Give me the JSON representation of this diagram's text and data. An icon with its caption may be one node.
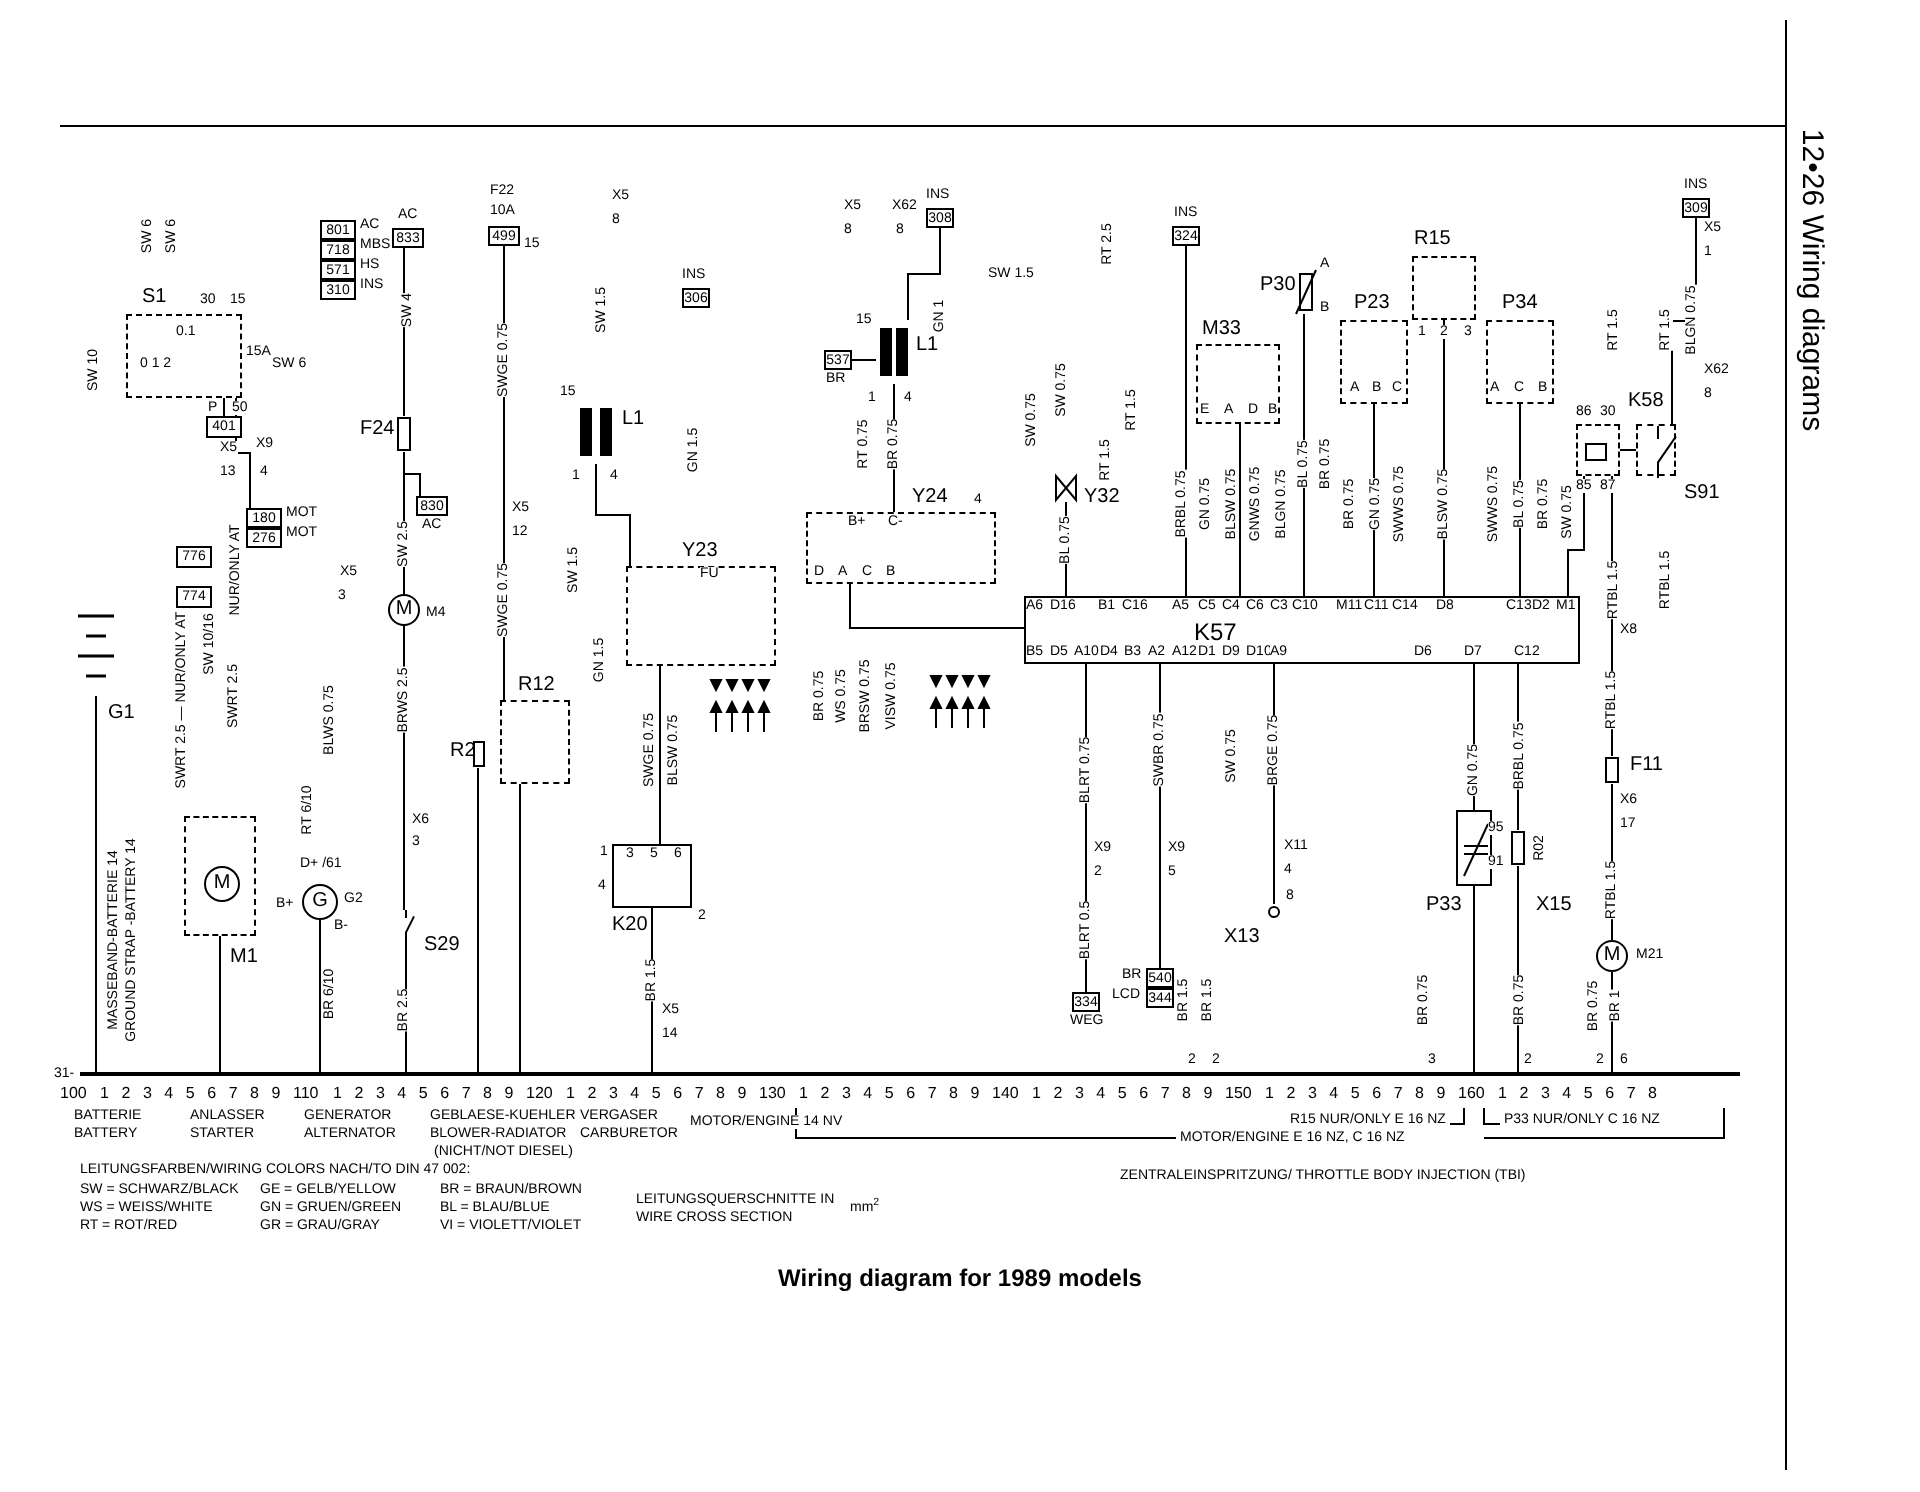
{
  "diagram": {
    "title": "12•26 Wiring diagrams",
    "caption": "Wiring diagram for 1989 models",
    "nodes": [
      {
        "text": [
          "S1"
        ]
      },
      {
        "text": [],
        "shape": "battery",
        "beside": [
          "G1"
        ]
      },
      {
        "text": [],
        "shape": "box",
        "beside": [
          "M1"
        ]
      },
      {
        "text": [
          "M"
        ],
        "in": 2
      },
      {
        "text": [
          "G"
        ],
        "beside": [
          "G2"
        ]
      },
      {
        "text": [
          "M"
        ],
        "beside": [
          "M4"
        ]
      },
      {
        "text": [],
        "shape": "fuse",
        "beside": [
          "F24"
        ]
      },
      {
        "text": [],
        "shape": "coil",
        "beside": [
          "L1"
        ]
      },
      {
        "text": [
          "Y23"
        ]
      },
      {
        "text": [
          "R12"
        ]
      },
      {
        "text": [],
        "shape": "resistor",
        "beside": [
          "R2"
        ]
      },
      {
        "text": [],
        "shape": "box",
        "beside": [
          "K20"
        ]
      },
      {
        "text": [],
        "shape": "switch",
        "beside": [
          "S29"
        ]
      },
      {
        "text": [],
        "shape": "coil",
        "beside": [
          "L1"
        ]
      },
      {
        "text": [
          "Y24"
        ]
      },
      {
        "text": [],
        "shape": "valve",
        "beside": [
          "Y32"
        ]
      },
      {
        "text": [
          "M33"
        ]
      },
      {
        "text": [],
        "shape": "sensor",
        "beside": [
          "P30"
        ]
      },
      {
        "text": [
          "P23"
        ]
      },
      {
        "text": [
          "R15"
        ]
      },
      {
        "text": [
          "P34"
        ]
      },
      {
        "text": [
          "K57"
        ]
      },
      {
        "text": [],
        "shape": "relay",
        "beside": [
          "K58"
        ]
      },
      {
        "text": [],
        "shape": "switch",
        "beside": [
          "S91"
        ]
      },
      {
        "text": [],
        "shape": "fuse",
        "beside": [
          "F11"
        ]
      },
      {
        "text": [
          "M"
        ],
        "beside": [
          "M21"
        ]
      },
      {
        "text": [],
        "shape": "resistor",
        "beside": [
          "X15"
        ]
      },
      {
        "text": [],
        "shape": "capacitor",
        "beside": [
          "P33"
        ]
      },
      {
        "text": [],
        "shape": "connector",
        "beside": [
          "X13"
        ]
      },
      {
        "text": [],
        "shape": "bar"
      },
      {
        "text": [
          "401"
        ]
      },
      {
        "text": [
          "776"
        ]
      },
      {
        "text": [
          "774"
        ]
      },
      {
        "text": [
          "180"
        ],
        "beside": [
          "MOT"
        ]
      },
      {
        "text": [
          "276"
        ],
        "beside": [
          "MOT"
        ]
      },
      {
        "text": [
          "801"
        ],
        "beside": [
          "AC"
        ]
      },
      {
        "text": [
          "718"
        ],
        "beside": [
          "MBS"
        ]
      },
      {
        "text": [
          "571"
        ],
        "beside": [
          "HS"
        ]
      },
      {
        "text": [
          "310"
        ],
        "beside": [
          "INS"
        ]
      },
      {
        "text": [
          "833"
        ],
        "beside": [
          "AC"
        ]
      },
      {
        "text": [
          "830"
        ],
        "beside": [
          "AC"
        ]
      },
      {
        "text": [
          "499"
        ],
        "beside": [
          "F22",
          "10A"
        ]
      },
      {
        "text": [
          "306"
        ],
        "beside": [
          "INS"
        ]
      },
      {
        "text": [
          "308"
        ],
        "beside": [
          "INS"
        ]
      },
      {
        "text": [
          "537"
        ],
        "beside": [
          "BR"
        ]
      },
      {
        "text": [
          "324"
        ],
        "beside": [
          "INS"
        ]
      },
      {
        "text": [
          "309"
        ],
        "beside": [
          "INS"
        ]
      },
      {
        "text": [
          "334"
        ],
        "beside": [
          "WEG"
        ]
      },
      {
        "text": [
          "540"
        ],
        "beside": [
          "BR"
        ]
      },
      {
        "text": [
          "344"
        ],
        "beside": [
          "LCD"
        ]
      }
    ],
    "edges": [
      {
        "from": 0,
        "to": 30,
        "arrow": "none"
      },
      {
        "from": 0,
        "to": 33,
        "arrow": "none"
      },
      {
        "from": 1,
        "to": 29,
        "arrow": "none"
      },
      {
        "from": 2,
        "to": 29,
        "arrow": "none"
      },
      {
        "from": 4,
        "to": 29,
        "arrow": "none"
      },
      {
        "from": 39,
        "to": 6,
        "arrow": "none"
      },
      {
        "from": 6,
        "to": 40,
        "arrow": "none"
      },
      {
        "from": 6,
        "to": 5,
        "arrow": "none"
      },
      {
        "from": 5,
        "to": 12,
        "arrow": "none"
      },
      {
        "from": 12,
        "to": 29,
        "arrow": "none"
      },
      {
        "from": 41,
        "to": 9,
        "arrow": "none"
      },
      {
        "from": 10,
        "to": 29,
        "arrow": "none"
      },
      {
        "from": 9,
        "to": 29,
        "arrow": "none"
      },
      {
        "from": 7,
        "to": 8,
        "arrow": "none"
      },
      {
        "from": 8,
        "to": 11,
        "arrow": "none"
      },
      {
        "from": 11,
        "to": 29,
        "arrow": "none"
      },
      {
        "from": 43,
        "to": 13,
        "arrow": "none"
      },
      {
        "from": 44,
        "to": 13,
        "arrow": "none"
      },
      {
        "from": 13,
        "to": 14,
        "arrow": "none"
      },
      {
        "from": 14,
        "to": 21,
        "arrow": "none"
      },
      {
        "from": 15,
        "to": 21,
        "arrow": "none"
      },
      {
        "from": 45,
        "to": 21,
        "arrow": "none"
      },
      {
        "from": 16,
        "to": 21,
        "arrow": "none"
      },
      {
        "from": 17,
        "to": 21,
        "arrow": "none"
      },
      {
        "from": 18,
        "to": 21,
        "arrow": "none"
      },
      {
        "from": 19,
        "to": 21,
        "arrow": "none"
      },
      {
        "from": 20,
        "to": 21,
        "arrow": "none"
      },
      {
        "from": 22,
        "to": 21,
        "arrow": "none"
      },
      {
        "from": 46,
        "to": 23,
        "arrow": "none"
      },
      {
        "from": 22,
        "to": 24,
        "arrow": "none"
      },
      {
        "from": 24,
        "to": 25,
        "arrow": "none"
      },
      {
        "from": 25,
        "to": 29,
        "arrow": "none"
      },
      {
        "from": 21,
        "to": 47,
        "arrow": "none"
      },
      {
        "from": 21,
        "to": 48,
        "arrow": "none"
      },
      {
        "from": 21,
        "to": 28,
        "arrow": "none"
      },
      {
        "from": 21,
        "to": 26,
        "arrow": "none"
      },
      {
        "from": 26,
        "to": 29,
        "arrow": "none"
      },
      {
        "from": 21,
        "to": 27,
        "arrow": "none"
      },
      {
        "from": 27,
        "to": 29,
        "arrow": "none"
      },
      {
        "from": 23,
        "to": 22,
        "arrow": "none"
      }
    ],
    "labels": [
      "SW 10",
      "SW 6",
      "SW 6",
      "SW 6",
      "30",
      "15",
      "0.1",
      "0 1 2",
      "15A",
      "P",
      "50",
      "X5",
      "13",
      "X9",
      "4",
      "NUR/ONLY AT",
      "SWRT 2.5 — NUR/ONLY AT",
      "SW 10/16",
      "SWRT 2.5",
      "X5",
      "3",
      "BLWS 0.75",
      "RT 6/10",
      "D+ /61",
      "B+",
      "B-",
      "BR 6/10",
      "SW 4",
      "SW 2.5",
      "BRWS 2.5",
      "X6",
      "3",
      "BR 2.5",
      "15",
      "SWGE 0.75",
      "X5",
      "12",
      "SWGE 0.75",
      "X5",
      "8",
      "SW 1.5",
      "15",
      "1",
      "4",
      "SW 1.5",
      "GN 1.5",
      "GN 1.5",
      "FU",
      "SWGE 0.75",
      "BLSW 0.75",
      "1",
      "3",
      "5",
      "6",
      "4",
      "2",
      "BR 1.5",
      "X5",
      "14",
      "X5",
      "8",
      "X62",
      "8",
      "SW 1.5",
      "GN 1",
      "15",
      "1",
      "4",
      "RT 0.75",
      "BR 0.75",
      "B+",
      "C-",
      "D",
      "A",
      "C",
      "B",
      "4",
      "BR 0.75",
      "WS 0.75",
      "BRSW 0.75",
      "VISW 0.75",
      "SW 0.75",
      "SW 0.75",
      "BL 0.75",
      "RT 2.5",
      "RT 1.5",
      "RT 1.5",
      "A6",
      "D16",
      "B1",
      "C16",
      "A5",
      "C5",
      "C4",
      "C6",
      "C3",
      "C10",
      "M11",
      "C11",
      "C14",
      "D8",
      "C13",
      "D2",
      "M1",
      "B5",
      "D5",
      "A10",
      "D4",
      "B3",
      "A2",
      "A12",
      "D1",
      "D9",
      "D10",
      "A9",
      "D6",
      "D7",
      "C12",
      "BRBL 0.75",
      "GN 0.75",
      "BLSW 0.75",
      "GNWS 0.75",
      "BLGN 0.75",
      "BL 0.75",
      "BR 0.75",
      "BR 0.75",
      "GN 0.75",
      "SWWS 0.75",
      "BLSW 0.75",
      "SWWS 0.75",
      "BL 0.75",
      "BR 0.75",
      "SW 0.75",
      "E",
      "A",
      "D",
      "B",
      "A",
      "B",
      "C",
      "1",
      "2",
      "3",
      "A",
      "C",
      "B",
      "A",
      "B",
      "86",
      "30",
      "85",
      "87",
      "RT 1.5",
      "RT 1.5",
      "BLGN 0.75",
      "X5",
      "1",
      "X62",
      "8",
      "RTBL 1.5",
      "RTBL 1.5",
      "X8",
      "RTBL 1.5",
      "X6",
      "17",
      "RTBL 1.5",
      "BR 0.75",
      "BR 1",
      "BLRT 0.75",
      "X9",
      "2",
      "BLRT 0.5",
      "SWBR 0.75",
      "X9",
      "5",
      "SW 0.75",
      "BRGE 0.75",
      "X11",
      "4",
      "8",
      "BR 1.5",
      "BR 1.5",
      "BR 0.75",
      "GN 0.75",
      "BRBL 0.75",
      "95",
      "R02",
      "91",
      "BR 0.75",
      "31-",
      "2",
      "2",
      "3",
      "2",
      "2",
      "6",
      "MASSEBAND-BATTERIE 14",
      "GROUND STRAP -BATTERY 14",
      "100 1 2 3 4 5 6 7 8 9",
      "110 1 2 3 4 5 6 7 8 9",
      "120 1 2 3 4 5 6 7 8 9",
      "130 1 2 3 4 5 6 7 8 9",
      "140 1 2 3 4 5 6 7 8 9",
      "150 1 2 3 4 5 6 7 8 9",
      "160 1 2 3 4 5 6 7 8",
      "BATTERIE",
      "BATTERY",
      "ANLASSER",
      "STARTER",
      "GENERATOR",
      "ALTERNATOR",
      "GEBLAESE-KUEHLER",
      "BLOWER-RADIATOR",
      "(NICHT/NOT DIESEL)",
      "VERGASER",
      "CARBURETOR",
      "MOTOR/ENGINE 14 NV",
      "R15 NUR/ONLY E 16 NZ",
      "P33 NUR/ONLY C 16 NZ",
      "MOTOR/ENGINE E 16 NZ, C 16 NZ",
      "ZENTRALEINSPRITZUNG/ THROTTLE BODY INJECTION (TBI)",
      "LEITUNGSFARBEN/WIRING COLORS NACH/TO DIN 47 002:",
      "SW = SCHWARZ/BLACK",
      "GE = GELB/YELLOW",
      "BR = BRAUN/BROWN",
      "WS = WEISS/WHITE",
      "GN = GRUEN/GREEN",
      "BL = BLAU/BLUE",
      "RT = ROT/RED",
      "GR = GRAU/GRAY",
      "VI = VIOLETT/VIOLET",
      "LEITUNGSQUERSCHNITTE IN",
      "WIRE CROSS SECTION",
      "mm$^{2}$"
    ]
  }
}
